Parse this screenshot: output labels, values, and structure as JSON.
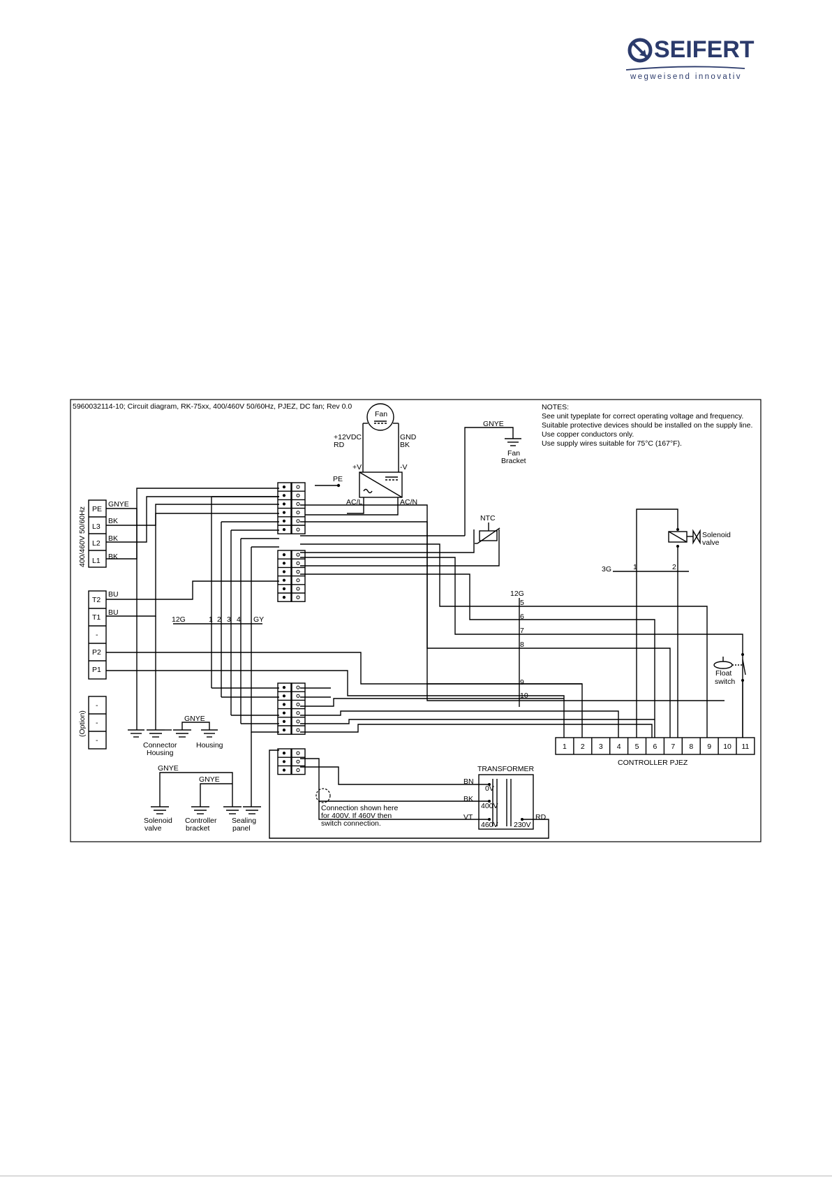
{
  "logo": {
    "brand": "SEIFERT",
    "tagline": "wegweisend innovativ",
    "color": "#2b3a6b"
  },
  "diagram": {
    "title": "5960032114-10; Circuit diagram, RK-75xx, 400/460V 50/60Hz, PJEZ, DC fan; Rev 0.0",
    "notes": {
      "heading": "NOTES:",
      "lines": [
        "See unit typeplate for correct operating voltage and frequency.",
        "Suitable protective devices should be installed on the supply line.",
        "Use copper conductors only.",
        "Use supply wires suitable for 75°C (167°F)."
      ]
    },
    "fan": {
      "label": "Fan",
      "pos_label": "+12VDC",
      "pos_color": "RD",
      "neg_label": "GND",
      "neg_color": "BK",
      "plus_v": "+V",
      "minus_v": "-V",
      "ac_l": "AC/L",
      "ac_n": "AC/N",
      "pe": "PE"
    },
    "fan_bracket": {
      "wire": "GNYE",
      "label_1": "Fan",
      "label_2": "Bracket"
    },
    "supply": {
      "vertical_label": "400/460V 50/60Hz",
      "terminals": [
        "PE",
        "L3",
        "L2",
        "L1"
      ],
      "wires": [
        "GNYE",
        "BK",
        "BK",
        "BK"
      ]
    },
    "sensors": {
      "terminals": [
        "T2",
        "T1",
        "-",
        "P2",
        "P1"
      ],
      "wires": [
        "BU",
        "BU"
      ]
    },
    "option": {
      "vertical_label": "(Option)",
      "terminals": [
        "-",
        "-",
        "-"
      ]
    },
    "cable_12g_left": {
      "label": "12G",
      "numbers": [
        "1",
        "2",
        "3",
        "4"
      ],
      "color": "GY"
    },
    "ntc": "NTC",
    "solenoid": {
      "label_1": "Solenoid",
      "label_2": "valve"
    },
    "cable_3g": {
      "label": "3G",
      "numbers": [
        "1",
        "2"
      ]
    },
    "cable_12g_right": {
      "label": "12G",
      "numbers": [
        "5",
        "6",
        "7",
        "8",
        "9",
        "10"
      ]
    },
    "float_switch": {
      "label_1": "Float",
      "label_2": "switch"
    },
    "controller": {
      "label": "CONTROLLER PJEZ",
      "terminals": [
        "1",
        "2",
        "3",
        "4",
        "5",
        "6",
        "7",
        "8",
        "9",
        "10",
        "11"
      ]
    },
    "grounds": {
      "connector_housing_1": "Connector",
      "connector_housing_2": "Housing",
      "housing_wire": "GNYE",
      "housing": "Housing",
      "solenoid_wire": "GNYE",
      "controller_wire": "GNYE",
      "solenoid_1": "Solenoid",
      "solenoid_2": "valve",
      "controller_1": "Controller",
      "controller_2": "bracket",
      "sealing_1": "Sealing",
      "sealing_2": "panel"
    },
    "transformer": {
      "label": "TRANSFORMER",
      "wires": [
        "BN",
        "BK",
        "VT",
        "RD"
      ],
      "taps": [
        "0V",
        "400V",
        "460V",
        "230V"
      ]
    },
    "connection_note": [
      "Connection shown here",
      "for 400V. If 460V then",
      "switch connection."
    ]
  }
}
